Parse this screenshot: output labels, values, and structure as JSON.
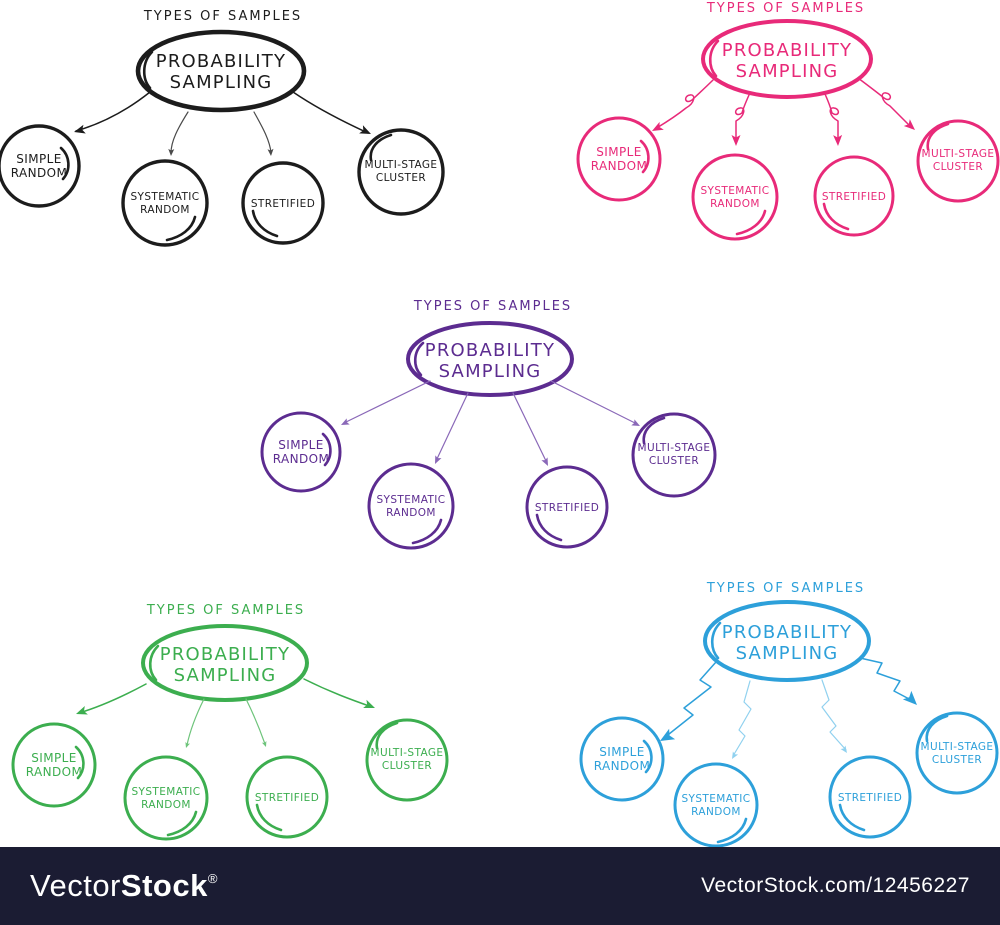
{
  "diagrams": [
    {
      "variant": "black",
      "color": "#1c1c1c",
      "thin_color": "#4a4a4a",
      "title": "TYPES OF SAMPLES",
      "center": {
        "label": "PROBABILITY SAMPLING",
        "lines": [
          "PROBABILITY",
          "SAMPLING"
        ]
      },
      "nodes": [
        {
          "label": "SIMPLE RANDOM",
          "lines": [
            "SIMPLE",
            "RANDOM"
          ]
        },
        {
          "label": "SYSTEMATIC RANDOM",
          "lines": [
            "SYSTEMATIC",
            "RANDOM"
          ]
        },
        {
          "label": "STRETIFIED",
          "lines": [
            "STRETIFIED"
          ]
        },
        {
          "label": "MULTI-STAGE CLUSTER",
          "lines": [
            "MULTI-STAGE",
            "CLUSTER"
          ]
        }
      ]
    },
    {
      "variant": "pink",
      "color": "#e82a79",
      "thin_color": "#e82a79",
      "title": "TYPES OF SAMPLES",
      "center": {
        "label": "PROBABILITY SAMPLING",
        "lines": [
          "PROBABILITY",
          "SAMPLING"
        ]
      },
      "nodes": [
        {
          "label": "SIMPLE RANDOM",
          "lines": [
            "SIMPLE",
            "RANDOM"
          ]
        },
        {
          "label": "SYSTEMATIC RANDOM",
          "lines": [
            "SYSTEMATIC",
            "RANDOM"
          ]
        },
        {
          "label": "STRETIFIED",
          "lines": [
            "STRETIFIED"
          ]
        },
        {
          "label": "MULTI-STAGE CLUSTER",
          "lines": [
            "MULTI-STAGE",
            "CLUSTER"
          ]
        }
      ]
    },
    {
      "variant": "purple",
      "color": "#5c2c90",
      "thin_color": "#8a68b8",
      "title": "TYPES OF SAMPLES",
      "center": {
        "label": "PROBABILITY SAMPLING",
        "lines": [
          "PROBABILITY",
          "SAMPLING"
        ]
      },
      "nodes": [
        {
          "label": "SIMPLE RANDOM",
          "lines": [
            "SIMPLE",
            "RANDOM"
          ]
        },
        {
          "label": "SYSTEMATIC RANDOM",
          "lines": [
            "SYSTEMATIC",
            "RANDOM"
          ]
        },
        {
          "label": "STRETIFIED",
          "lines": [
            "STRETIFIED"
          ]
        },
        {
          "label": "MULTI-STAGE CLUSTER",
          "lines": [
            "MULTI-STAGE",
            "CLUSTER"
          ]
        }
      ]
    },
    {
      "variant": "green",
      "color": "#3cae4f",
      "thin_color": "#6ec47b",
      "title": "TYPES OF SAMPLES",
      "center": {
        "label": "PROBABILITY SAMPLING",
        "lines": [
          "PROBABILITY",
          "SAMPLING"
        ]
      },
      "nodes": [
        {
          "label": "SIMPLE RANDOM",
          "lines": [
            "SIMPLE",
            "RANDOM"
          ]
        },
        {
          "label": "SYSTEMATIC RANDOM",
          "lines": [
            "SYSTEMATIC",
            "RANDOM"
          ]
        },
        {
          "label": "STRETIFIED",
          "lines": [
            "STRETIFIED"
          ]
        },
        {
          "label": "MULTI-STAGE CLUSTER",
          "lines": [
            "MULTI-STAGE",
            "CLUSTER"
          ]
        }
      ]
    },
    {
      "variant": "blue",
      "color": "#2da0da",
      "thin_color": "#90d1ef",
      "title": "TYPES OF SAMPLES",
      "center": {
        "label": "PROBABILITY SAMPLING",
        "lines": [
          "PROBABILITY",
          "SAMPLING"
        ]
      },
      "nodes": [
        {
          "label": "SIMPLE RANDOM",
          "lines": [
            "SIMPLE",
            "RANDOM"
          ]
        },
        {
          "label": "SYSTEMATIC RANDOM",
          "lines": [
            "SYSTEMATIC",
            "RANDOM"
          ]
        },
        {
          "label": "STRETIFIED",
          "lines": [
            "STRETIFIED"
          ]
        },
        {
          "label": "MULTI-STAGE CLUSTER",
          "lines": [
            "MULTI-STAGE",
            "CLUSTER"
          ]
        }
      ]
    }
  ],
  "watermark": {
    "logo_light": "Vector",
    "logo_bold": "Stock",
    "registered_mark": "®",
    "url_text": "VectorStock.com/12456227",
    "bar_color": "#1b1c33",
    "text_color": "#ffffff"
  }
}
